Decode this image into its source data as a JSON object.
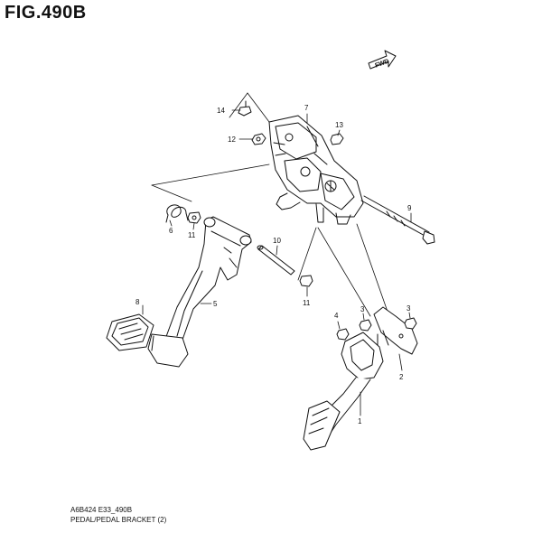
{
  "figure": {
    "title": "FIG.490B",
    "fwd_label": "FWD",
    "footer_code": "A6B424 E33_490B",
    "footer_description": "PEDAL/PEDAL BRACKET (2)"
  },
  "callouts": [
    "14",
    "12",
    "7",
    "13",
    "6",
    "11",
    "10",
    "9",
    "8",
    "5",
    "11",
    "4",
    "3",
    "3",
    "2",
    "1"
  ],
  "colors": {
    "line": "#111111",
    "background": "#ffffff"
  }
}
